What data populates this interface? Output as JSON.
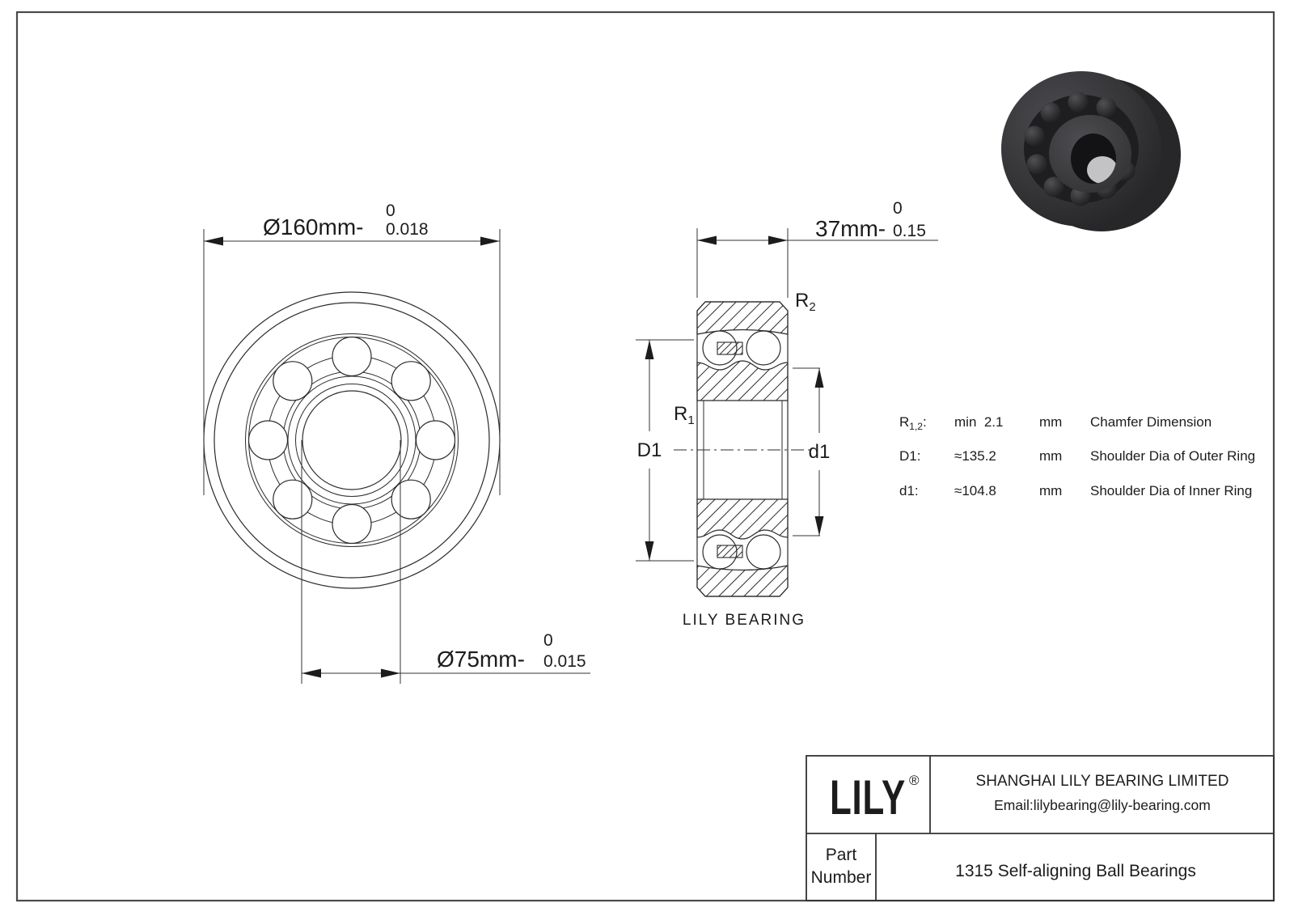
{
  "front_view": {
    "dim_outer": {
      "main": "Ø160mm-",
      "tol_upper": "0",
      "tol_lower": "0.018"
    },
    "dim_bore": {
      "main": "Ø75mm-",
      "tol_upper": "0",
      "tol_lower": "0.015"
    }
  },
  "section_view": {
    "dim_width": {
      "main": "37mm-",
      "tol_upper": "0",
      "tol_lower": "0.15"
    },
    "r_base": "R",
    "r1_sub": "1",
    "r2_sub": "2",
    "d1_left": "D1",
    "d1_right": "d1",
    "caption": "LILY BEARING"
  },
  "specs": {
    "rows": [
      {
        "label_base": "R",
        "label_sub": "1,2",
        "label_colon": ":",
        "value": "min  2.1",
        "unit": "mm",
        "desc": "Chamfer Dimension"
      },
      {
        "label": "D1:",
        "value": "≈135.2",
        "unit": "mm",
        "desc": "Shoulder Dia of Outer Ring"
      },
      {
        "label": "d1:",
        "value": "≈104.8",
        "unit": "mm",
        "desc": "Shoulder Dia of Inner Ring"
      }
    ]
  },
  "title_block": {
    "logo": "LILY",
    "logo_reg": "®",
    "company": "SHANGHAI LILY BEARING LIMITED",
    "email": "Email:lilybearing@lily-bearing.com",
    "part_label_line1": "Part",
    "part_label_line2": "Number",
    "part_name": "1315 Self-aligning Ball Bearings"
  },
  "colors": {
    "line": "#2b2b2b",
    "border": "#4a4a4a",
    "photo_dark": "#1a1a1c",
    "photo_mid": "#39393c"
  }
}
